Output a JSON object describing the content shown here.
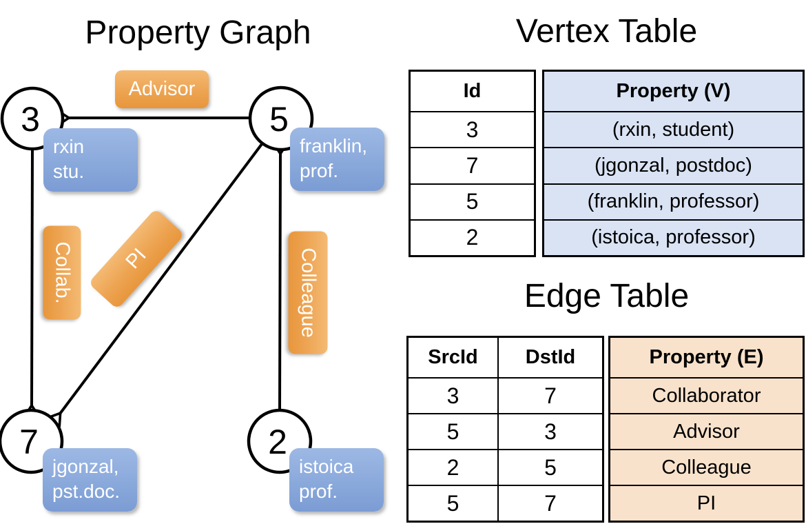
{
  "graph": {
    "title": "Property Graph",
    "vertices": [
      {
        "id": "3",
        "label_line1": "rxin",
        "label_line2": "stu."
      },
      {
        "id": "5",
        "label_line1": "franklin,",
        "label_line2": "prof."
      },
      {
        "id": "7",
        "label_line1": "jgonzal,",
        "label_line2": "pst.doc."
      },
      {
        "id": "2",
        "label_line1": "istoica",
        "label_line2": "prof."
      }
    ],
    "edge_labels": {
      "advisor": "Advisor",
      "collab": "Collab.",
      "pi": "PI",
      "colleague": "Colleague"
    }
  },
  "vertex_table": {
    "title": "Vertex Table",
    "columns": {
      "id": "Id",
      "property": "Property (V)"
    },
    "rows": [
      {
        "id": "3",
        "property": "(rxin, student)"
      },
      {
        "id": "7",
        "property": "(jgonzal, postdoc)"
      },
      {
        "id": "5",
        "property": "(franklin, professor)"
      },
      {
        "id": "2",
        "property": "(istoica, professor)"
      }
    ]
  },
  "edge_table": {
    "title": "Edge Table",
    "columns": {
      "src": "SrcId",
      "dst": "DstId",
      "property": "Property (E)"
    },
    "rows": [
      {
        "src": "3",
        "dst": "7",
        "property": "Collaborator"
      },
      {
        "src": "5",
        "dst": "3",
        "property": "Advisor"
      },
      {
        "src": "2",
        "dst": "5",
        "property": "Colleague"
      },
      {
        "src": "5",
        "dst": "7",
        "property": "PI"
      }
    ]
  },
  "colors": {
    "edge_label_orange": "#EDA452",
    "vertex_label_blue": "#8AA9DB",
    "vertex_property_bg": "#DAE3F4",
    "edge_property_bg": "#F8E2CB",
    "line_black": "#000000"
  }
}
